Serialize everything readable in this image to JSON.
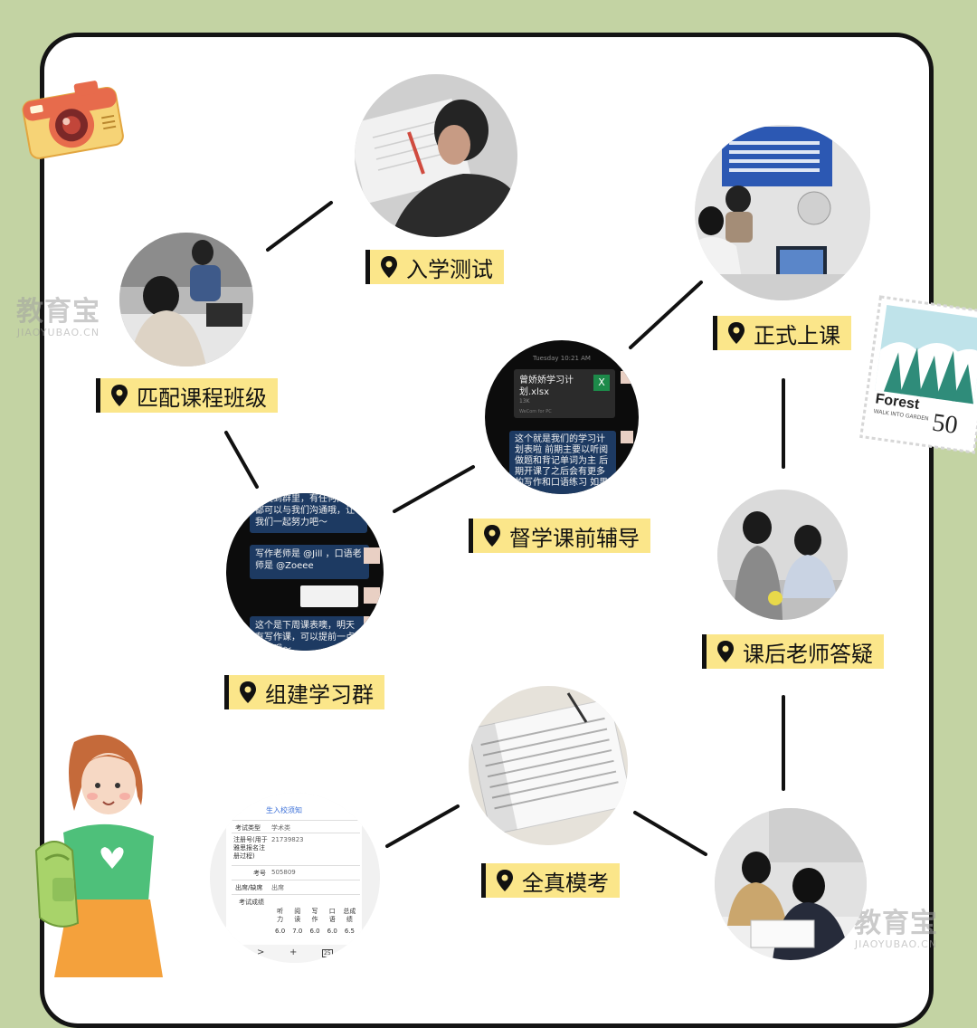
{
  "steps": [
    {
      "id": "entrance-test",
      "label": "入学测试"
    },
    {
      "id": "course-match",
      "label": "匹配课程班级"
    },
    {
      "id": "formal-class",
      "label": "正式上课"
    },
    {
      "id": "pre-class-coaching",
      "label": "督学课前辅导"
    },
    {
      "id": "study-group",
      "label": "组建学习群"
    },
    {
      "id": "after-class-qa",
      "label": "课后老师答疑"
    },
    {
      "id": "mock-exam",
      "label": "全真模考"
    }
  ],
  "watermark": {
    "text": "教育宝",
    "site": "JIAOYUBAO.CN"
  },
  "stamp": {
    "word": "Forest",
    "sub": "WALK INTO GARDEN",
    "value": "50"
  },
  "phone_chat": {
    "time": "Tuesday 10:21 AM",
    "file_name": "曾娇娇学习计划.xlsx",
    "file_size": "13K",
    "file_source": "WeCom for PC",
    "file_icon": "X",
    "message": "这个就是我们的学习计划表啦 前期主要以听阅做题和背记单词为主 后期开课了之后会有更多的写作和口语练习 如果觉得..."
  },
  "group_chat": {
    "msg1": "都发到群里，有任何问题都可以与我们沟通哦，让我们一起努力吧～",
    "msg2": "写作老师是 @Jill ，口语老师是 @Zoeee",
    "msg3": "这个是下周课表噢，明天有写作课，可以提前一点学习哦～"
  },
  "score_report": {
    "header": "生入校须知",
    "rows": [
      {
        "k": "考试类型",
        "v": "学术类"
      },
      {
        "k": "注册号(用于雅思报名注册过程)",
        "v": "21739823"
      },
      {
        "k": "考号",
        "v": "505809"
      },
      {
        "k": "出席/缺席",
        "v": "出席"
      },
      {
        "k": "考试成绩",
        "v": ""
      }
    ],
    "score_heads": [
      "听力",
      "阅读",
      "写作",
      "口语",
      "总成绩"
    ],
    "scores": [
      "6.0",
      "7.0",
      "6.0",
      "6.0",
      "6.5"
    ],
    "nav": [
      ">",
      "+",
      "25"
    ]
  }
}
